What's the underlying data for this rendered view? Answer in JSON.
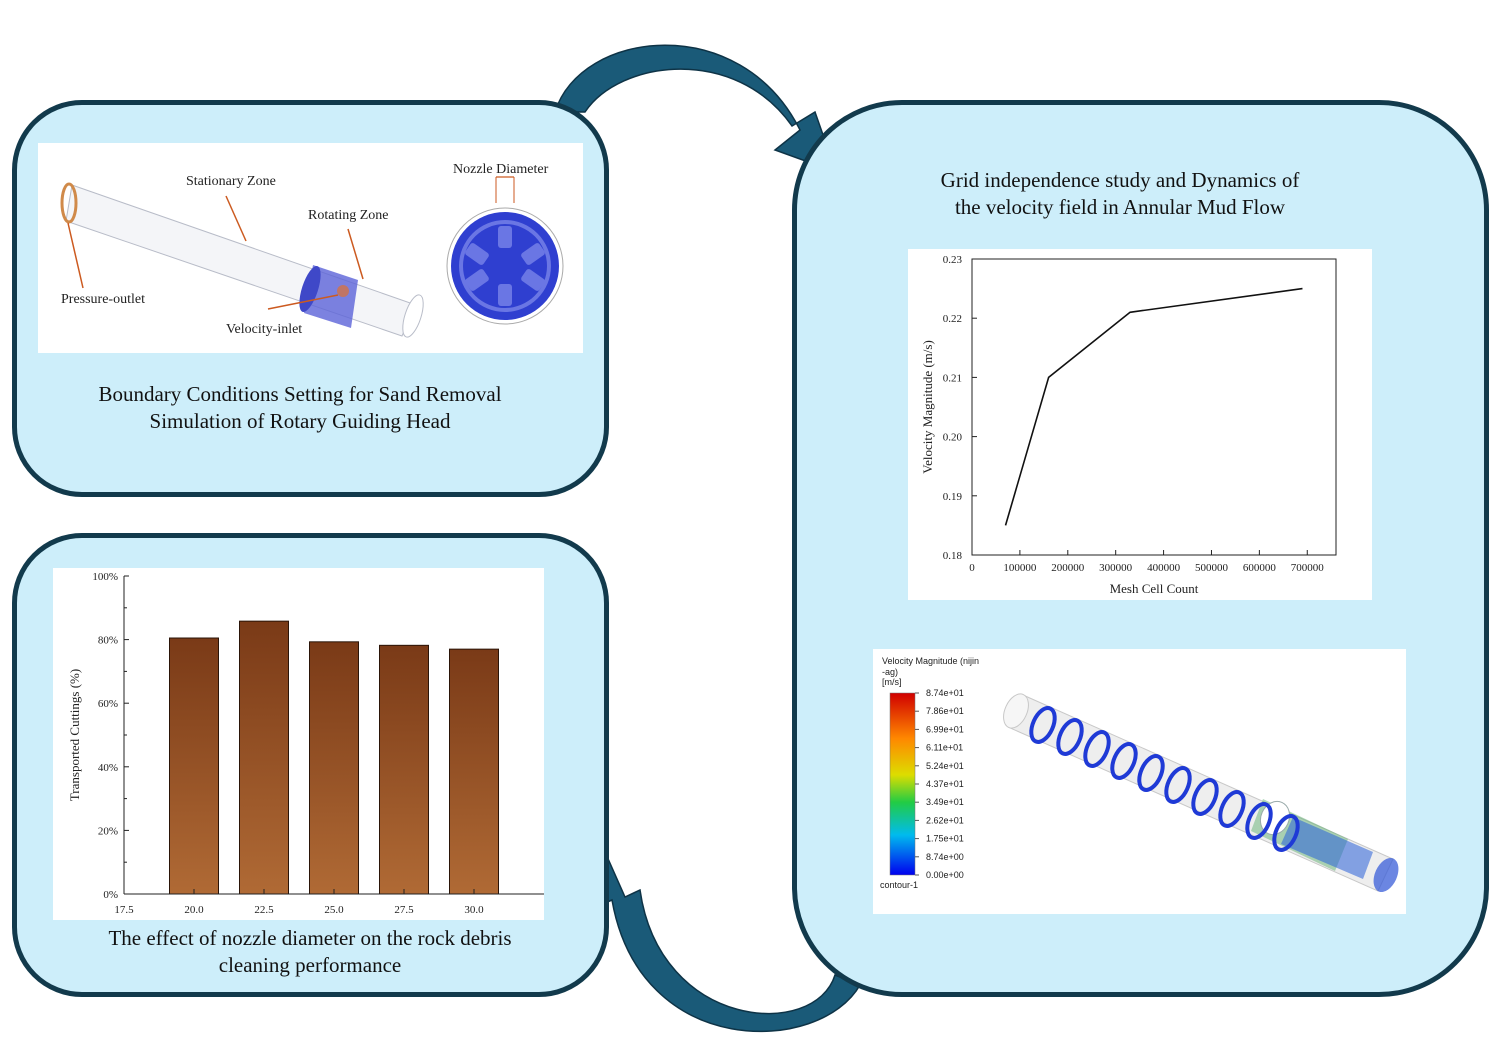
{
  "colors": {
    "panel_bg": "#cdeefa",
    "panel_border": "#123a4c",
    "arrow": "#1a5a78",
    "bar": "#8b4a1f"
  },
  "bc_panel": {
    "title_lines": [
      "Boundary Conditions Setting for Sand Removal",
      "Simulation of Rotary Guiding Head"
    ],
    "labels": {
      "stationary": "Stationary Zone",
      "rotating": "Rotating Zone",
      "pressure": "Pressure-outlet",
      "velocity": "Velocity-inlet",
      "nozzle": "Nozzle Diameter"
    }
  },
  "grid_panel": {
    "title_lines": [
      "Grid independence study and Dynamics of",
      "the velocity field in Annular Mud Flow"
    ]
  },
  "nozzle_panel": {
    "title_lines": [
      "The effect of nozzle diameter on the rock debris",
      "cleaning performance"
    ]
  },
  "contour": {
    "title_lines": [
      "Velocity Magnitude (nijin",
      "-ag)",
      "[m/s]"
    ],
    "ticks": [
      "8.74e+01",
      "7.86e+01",
      "6.99e+01",
      "6.11e+01",
      "5.24e+01",
      "4.37e+01",
      "3.49e+01",
      "2.62e+01",
      "1.75e+01",
      "8.74e+00",
      "0.00e+00"
    ],
    "footer": "contour-1"
  },
  "chart_data": [
    {
      "type": "line",
      "xlabel": "Mesh Cell Count",
      "ylabel": "Velocity Magnitude (m/s)",
      "xlim": [
        0,
        760000
      ],
      "ylim": [
        0.18,
        0.23
      ],
      "x_ticks": [
        0,
        100000,
        200000,
        300000,
        400000,
        500000,
        600000,
        700000
      ],
      "x_tick_labels": [
        "0",
        "100000",
        "200000",
        "300000",
        "400000",
        "500000",
        "600000",
        "700000"
      ],
      "y_ticks": [
        0.18,
        0.19,
        0.2,
        0.21,
        0.22,
        0.23
      ],
      "y_tick_labels": [
        "0.18",
        "0.19",
        "0.20",
        "0.21",
        "0.22",
        "0.23"
      ],
      "series": [
        {
          "x": [
            70000,
            160000,
            330000,
            690000
          ],
          "y": [
            0.185,
            0.21,
            0.221,
            0.225
          ]
        }
      ]
    },
    {
      "type": "bar",
      "ylabel": "Transported Cuttings (%)",
      "xlim": [
        17.5,
        32.5
      ],
      "ylim": [
        0,
        100
      ],
      "x_ticks": [
        17.5,
        20,
        22.5,
        25,
        27.5,
        30
      ],
      "x_tick_labels": [
        "17.5",
        "20.0",
        "22.5",
        "25.0",
        "27.5",
        "30.0"
      ],
      "y_ticks": [
        0,
        20,
        40,
        60,
        80,
        100
      ],
      "y_tick_labels": [
        "0%",
        "20%",
        "40%",
        "60%",
        "80%",
        "100%"
      ],
      "categories": [
        20,
        22.5,
        25,
        27.5,
        30
      ],
      "values": [
        80.5,
        85.8,
        79.3,
        78.2,
        77.0
      ]
    }
  ]
}
